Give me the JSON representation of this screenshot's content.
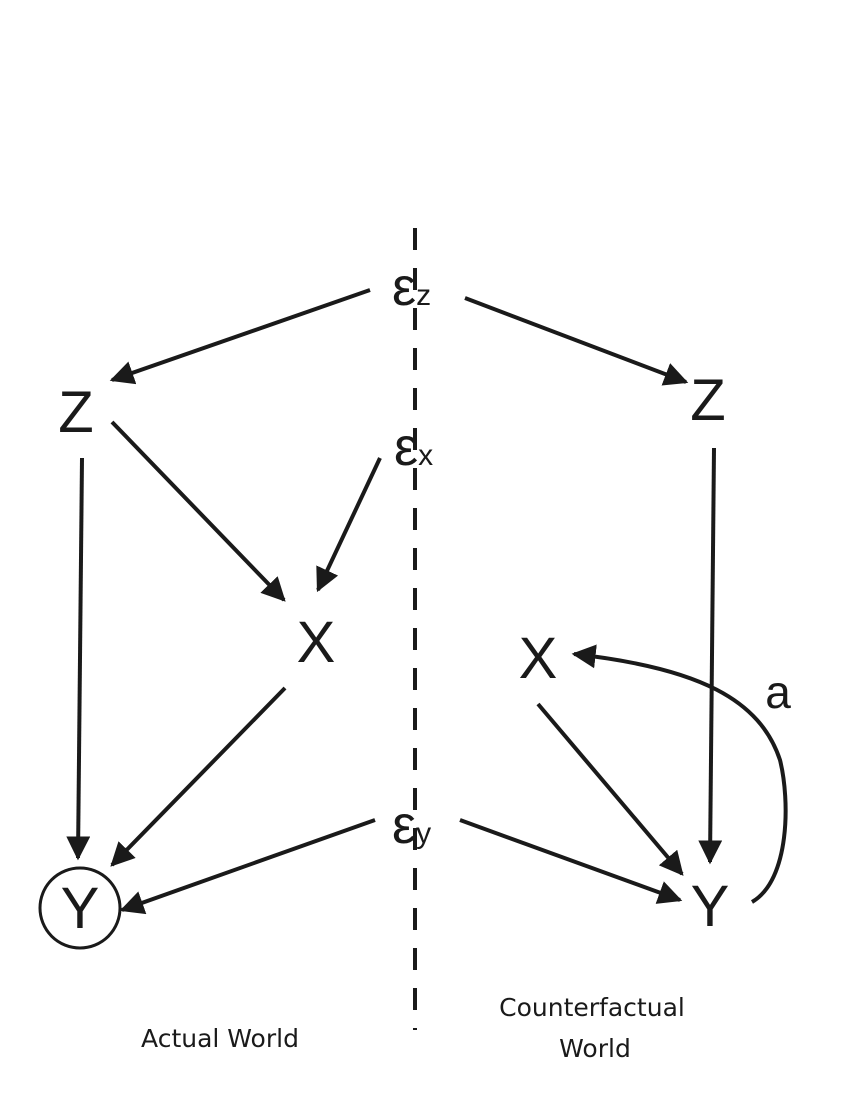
{
  "nodes": {
    "actual_z": "Z",
    "actual_x": "X",
    "actual_y": "Y",
    "counterfactual_z": "Z",
    "counterfactual_x": "X",
    "counterfactual_y": "Y",
    "epsilon_z": {
      "symbol": "ε",
      "subscript": "z"
    },
    "epsilon_x": {
      "symbol": "ε",
      "subscript": "x"
    },
    "epsilon_y": {
      "symbol": "ε",
      "subscript": "y"
    }
  },
  "edge_labels": {
    "intervention": "a"
  },
  "captions": {
    "actual_world": "Actual World",
    "counterfactual_line1": "Counterfactual",
    "counterfactual_line2": "World"
  },
  "colors": {
    "ink": "#1a1a1a",
    "background": "#ffffff"
  }
}
